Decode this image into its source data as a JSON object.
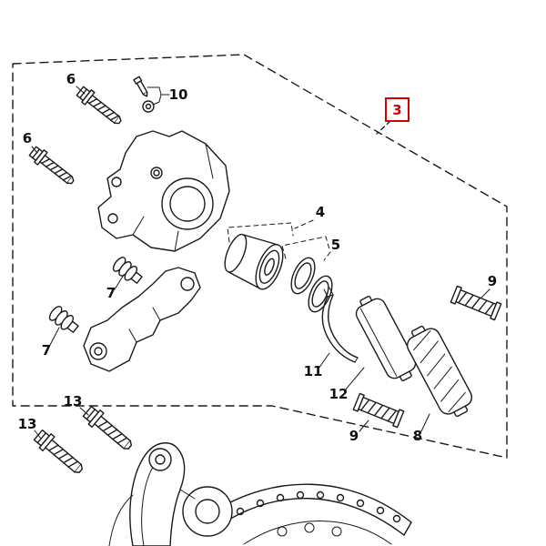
{
  "page": {
    "background": "#ffffff"
  },
  "diagram": {
    "colors": {
      "line": "#1a1a1a",
      "accent": "#d40000",
      "background": "#ffffff"
    },
    "ref_box": {
      "label": "3"
    },
    "callouts": {
      "bolt6_upper": "6",
      "bleed_kit": "10",
      "bolt6_lower": "6",
      "piston_group": "4",
      "seal_group": "5",
      "boot_upper": "7",
      "boot_lower": "7",
      "retainer_upper": "9",
      "pad_spring": "11",
      "pad_inner": "12",
      "pad_outer": "8",
      "retainer_lower": "9",
      "bolt13_upper": "13",
      "bolt13_lower": "13"
    }
  }
}
